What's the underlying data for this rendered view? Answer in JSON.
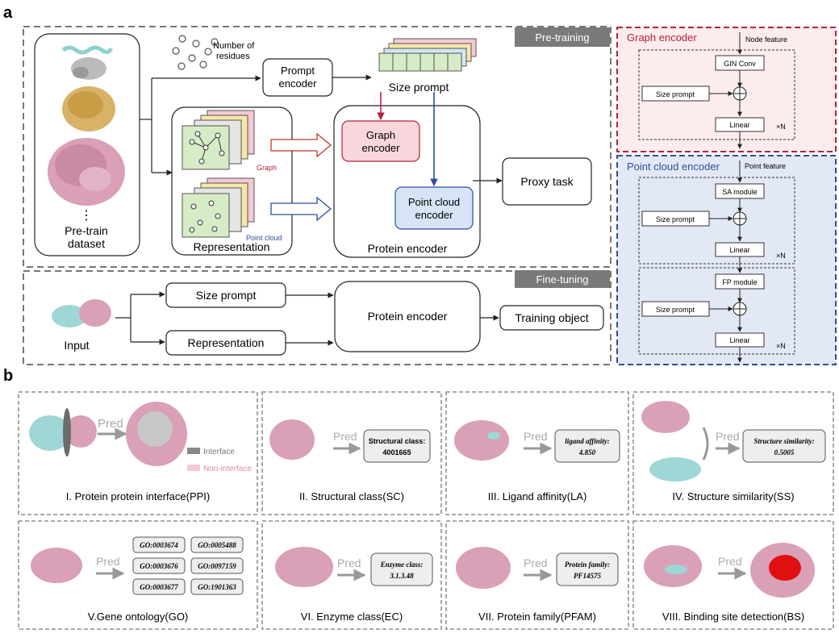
{
  "panel_a": {
    "label": "a",
    "pretraining_tab": "Pre-training",
    "finetuning_tab": "Fine-tuning",
    "number_of_residues_line1": "Number of",
    "number_of_residues_line2": "residues",
    "prompt_encoder_line1": "Prompt",
    "prompt_encoder_line2": "encoder",
    "size_prompt": "Size prompt",
    "graph_label": "Graph",
    "point_cloud_label": "Point cloud",
    "representation": "Representation",
    "pretrain_dataset_line1": "Pre-train",
    "pretrain_dataset_line2": "dataset",
    "ellipsis": "⋮",
    "graph_encoder_line1": "Graph",
    "graph_encoder_line2": "encoder",
    "point_cloud_encoder_line1": "Point cloud",
    "point_cloud_encoder_line2": "encoder",
    "protein_encoder": "Protein encoder",
    "proxy_task": "Proxy task",
    "ft_input": "Input",
    "ft_size_prompt": "Size prompt",
    "ft_representation": "Representation",
    "ft_protein_encoder": "Protein encoder",
    "ft_training_object": "Training object"
  },
  "graph_encoder_panel": {
    "title": "Graph encoder",
    "node_feature": "Node feature",
    "gin_conv": "GIN Conv",
    "size_prompt": "Size prompt",
    "linear": "Linear",
    "times_n": "×N"
  },
  "point_cloud_panel": {
    "title": "Point cloud encoder",
    "point_feature": "Point feature",
    "sa_module": "SA module",
    "fp_module": "FP module",
    "size_prompt": "Size prompt",
    "linear": "Linear",
    "times_n": "×N"
  },
  "panel_b": {
    "label": "b",
    "pred": "Pred",
    "interface": "Interface",
    "non_interface": "Non-interface",
    "tasks": [
      {
        "title": "I. Protein protein interface(PPI)"
      },
      {
        "title": "II. Structural class(SC)",
        "out_line1": "Structural class:",
        "out_line2": "4001665"
      },
      {
        "title": "III. Ligand affinity(LA)",
        "out_line1": "ligand affinity:",
        "out_line2": "4.850"
      },
      {
        "title": "IV. Structure similarity(SS)",
        "out_line1": "Structure similarity:",
        "out_line2": "0.5005"
      },
      {
        "title": "V.Gene ontology(GO)",
        "go_terms": [
          "GO:0003674",
          "GO:0005488",
          "GO:0003676",
          "GO:0097159",
          "GO:0003677",
          "GO:1901363"
        ]
      },
      {
        "title": "VI. Enzyme class(EC)",
        "out_line1": "Enzyme class:",
        "out_line2": "3.1.3.48"
      },
      {
        "title": "VII. Protein family(PFAM)",
        "out_line1": "Protein family:",
        "out_line2": "PF14575"
      },
      {
        "title": "VIII. Binding site detection(BS)"
      }
    ]
  },
  "colors": {
    "graph_red": "#b5203a",
    "graph_bg": "#fdecee",
    "pc_blue": "#2c4f9c",
    "pc_bg": "#e3e8f5",
    "tab_gray": "#7a7a7a",
    "protein_pink": "#d9a0b7",
    "protein_cyan": "#9fd6d6",
    "site_red": "#e01010"
  }
}
